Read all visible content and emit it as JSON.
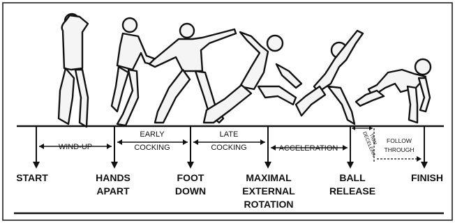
{
  "diagram": {
    "phases": {
      "wind_up": "WIND-UP",
      "early_cocking_1": "EARLY",
      "early_cocking_2": "COCKING",
      "late_cocking_1": "LATE",
      "late_cocking_2": "COCKING",
      "acceleration": "ACCELERATION",
      "deceleration_1": "DECELERA",
      "deceleration_2": "TION",
      "follow_through_1": "FOLLOW",
      "follow_through_2": "THROUGH"
    },
    "milestones": {
      "start": "START",
      "hands_apart_1": "HANDS",
      "hands_apart_2": "APART",
      "foot_down_1": "FOOT",
      "foot_down_2": "DOWN",
      "max_ext_rot_1": "MAXIMAL",
      "max_ext_rot_2": "EXTERNAL",
      "max_ext_rot_3": "ROTATION",
      "ball_release_1": "BALL",
      "ball_release_2": "RELEASE",
      "finish": "FINISH"
    }
  }
}
